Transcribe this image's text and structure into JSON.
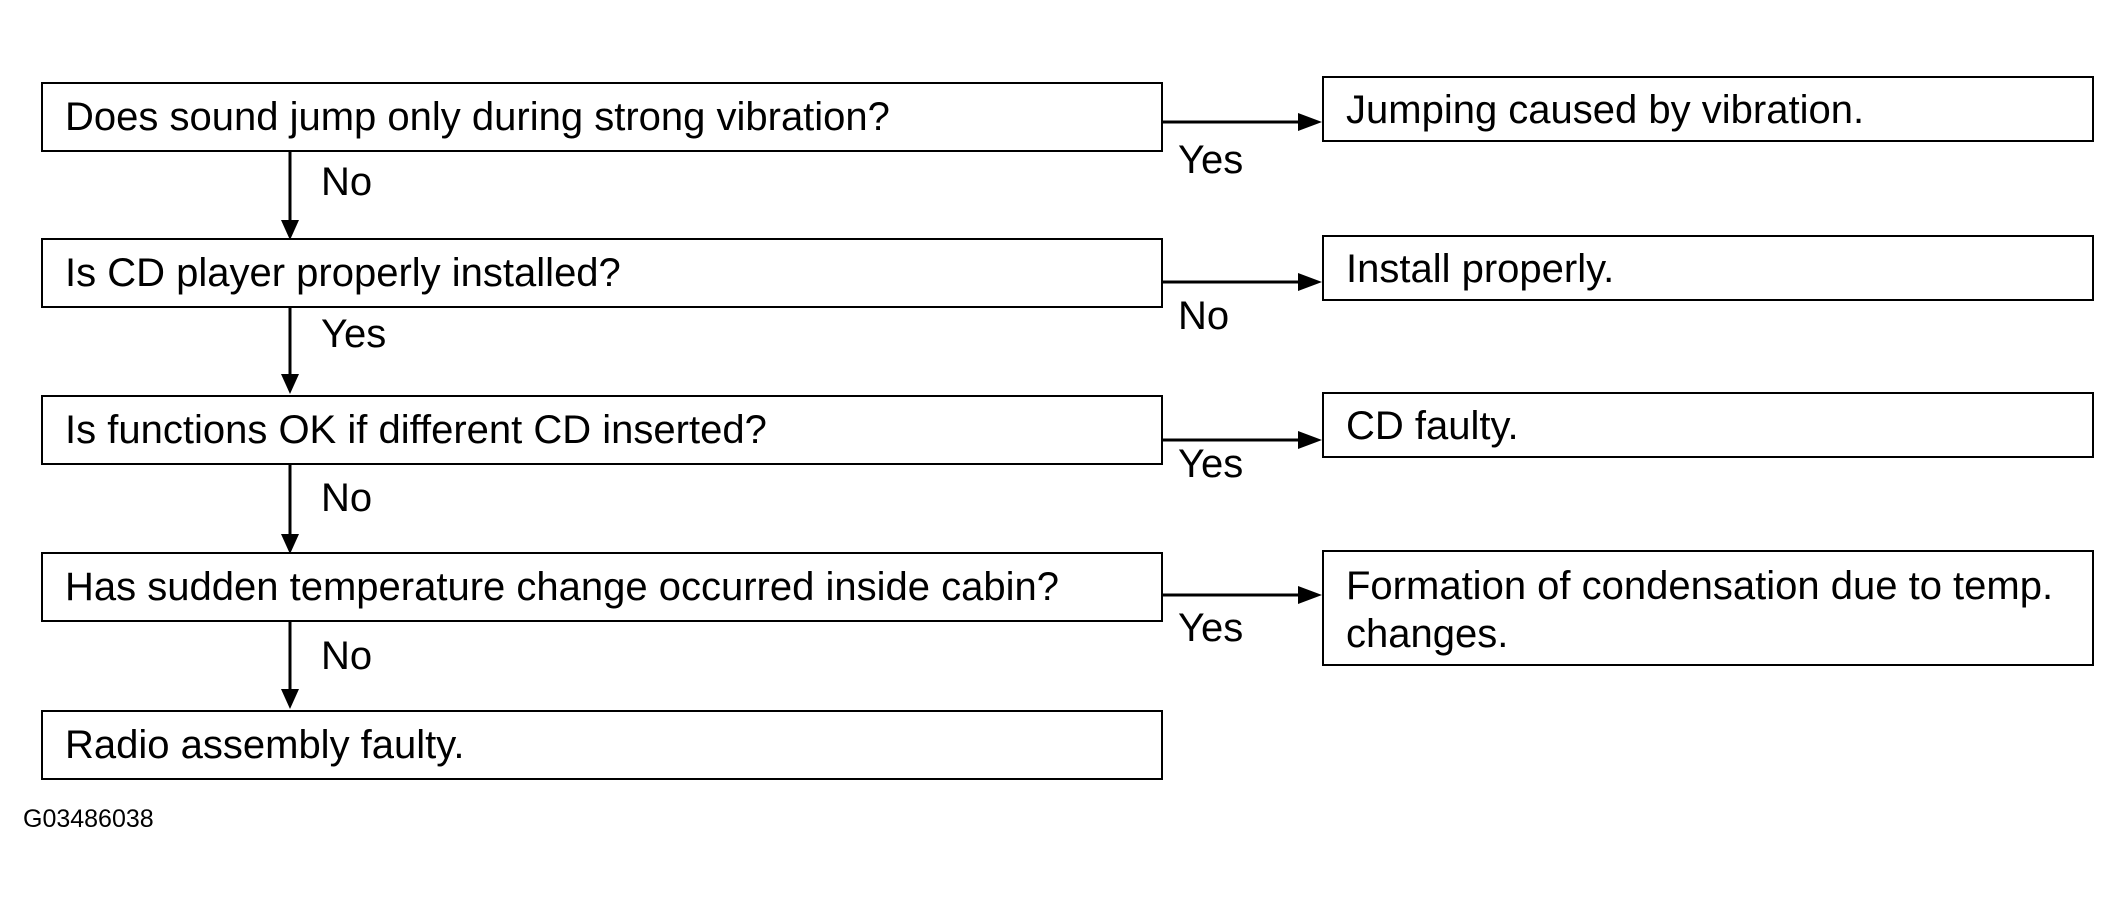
{
  "flowchart": {
    "steps": [
      {
        "question": "Does sound jump only during strong vibration?",
        "branch_right": "Yes",
        "result": "Jumping caused by vibration.",
        "branch_down": "No"
      },
      {
        "question": "Is CD player properly installed?",
        "branch_right": "No",
        "result": "Install properly.",
        "branch_down": "Yes"
      },
      {
        "question": "Is functions OK if different CD inserted?",
        "branch_right": "Yes",
        "result": "CD faulty.",
        "branch_down": "No"
      },
      {
        "question": "Has sudden temperature change occurred inside cabin?",
        "branch_right": "Yes",
        "result": "Formation of condensation due to temp. changes.",
        "branch_down": "No"
      }
    ],
    "final": "Radio assembly faulty."
  },
  "figure_id": "G03486038"
}
